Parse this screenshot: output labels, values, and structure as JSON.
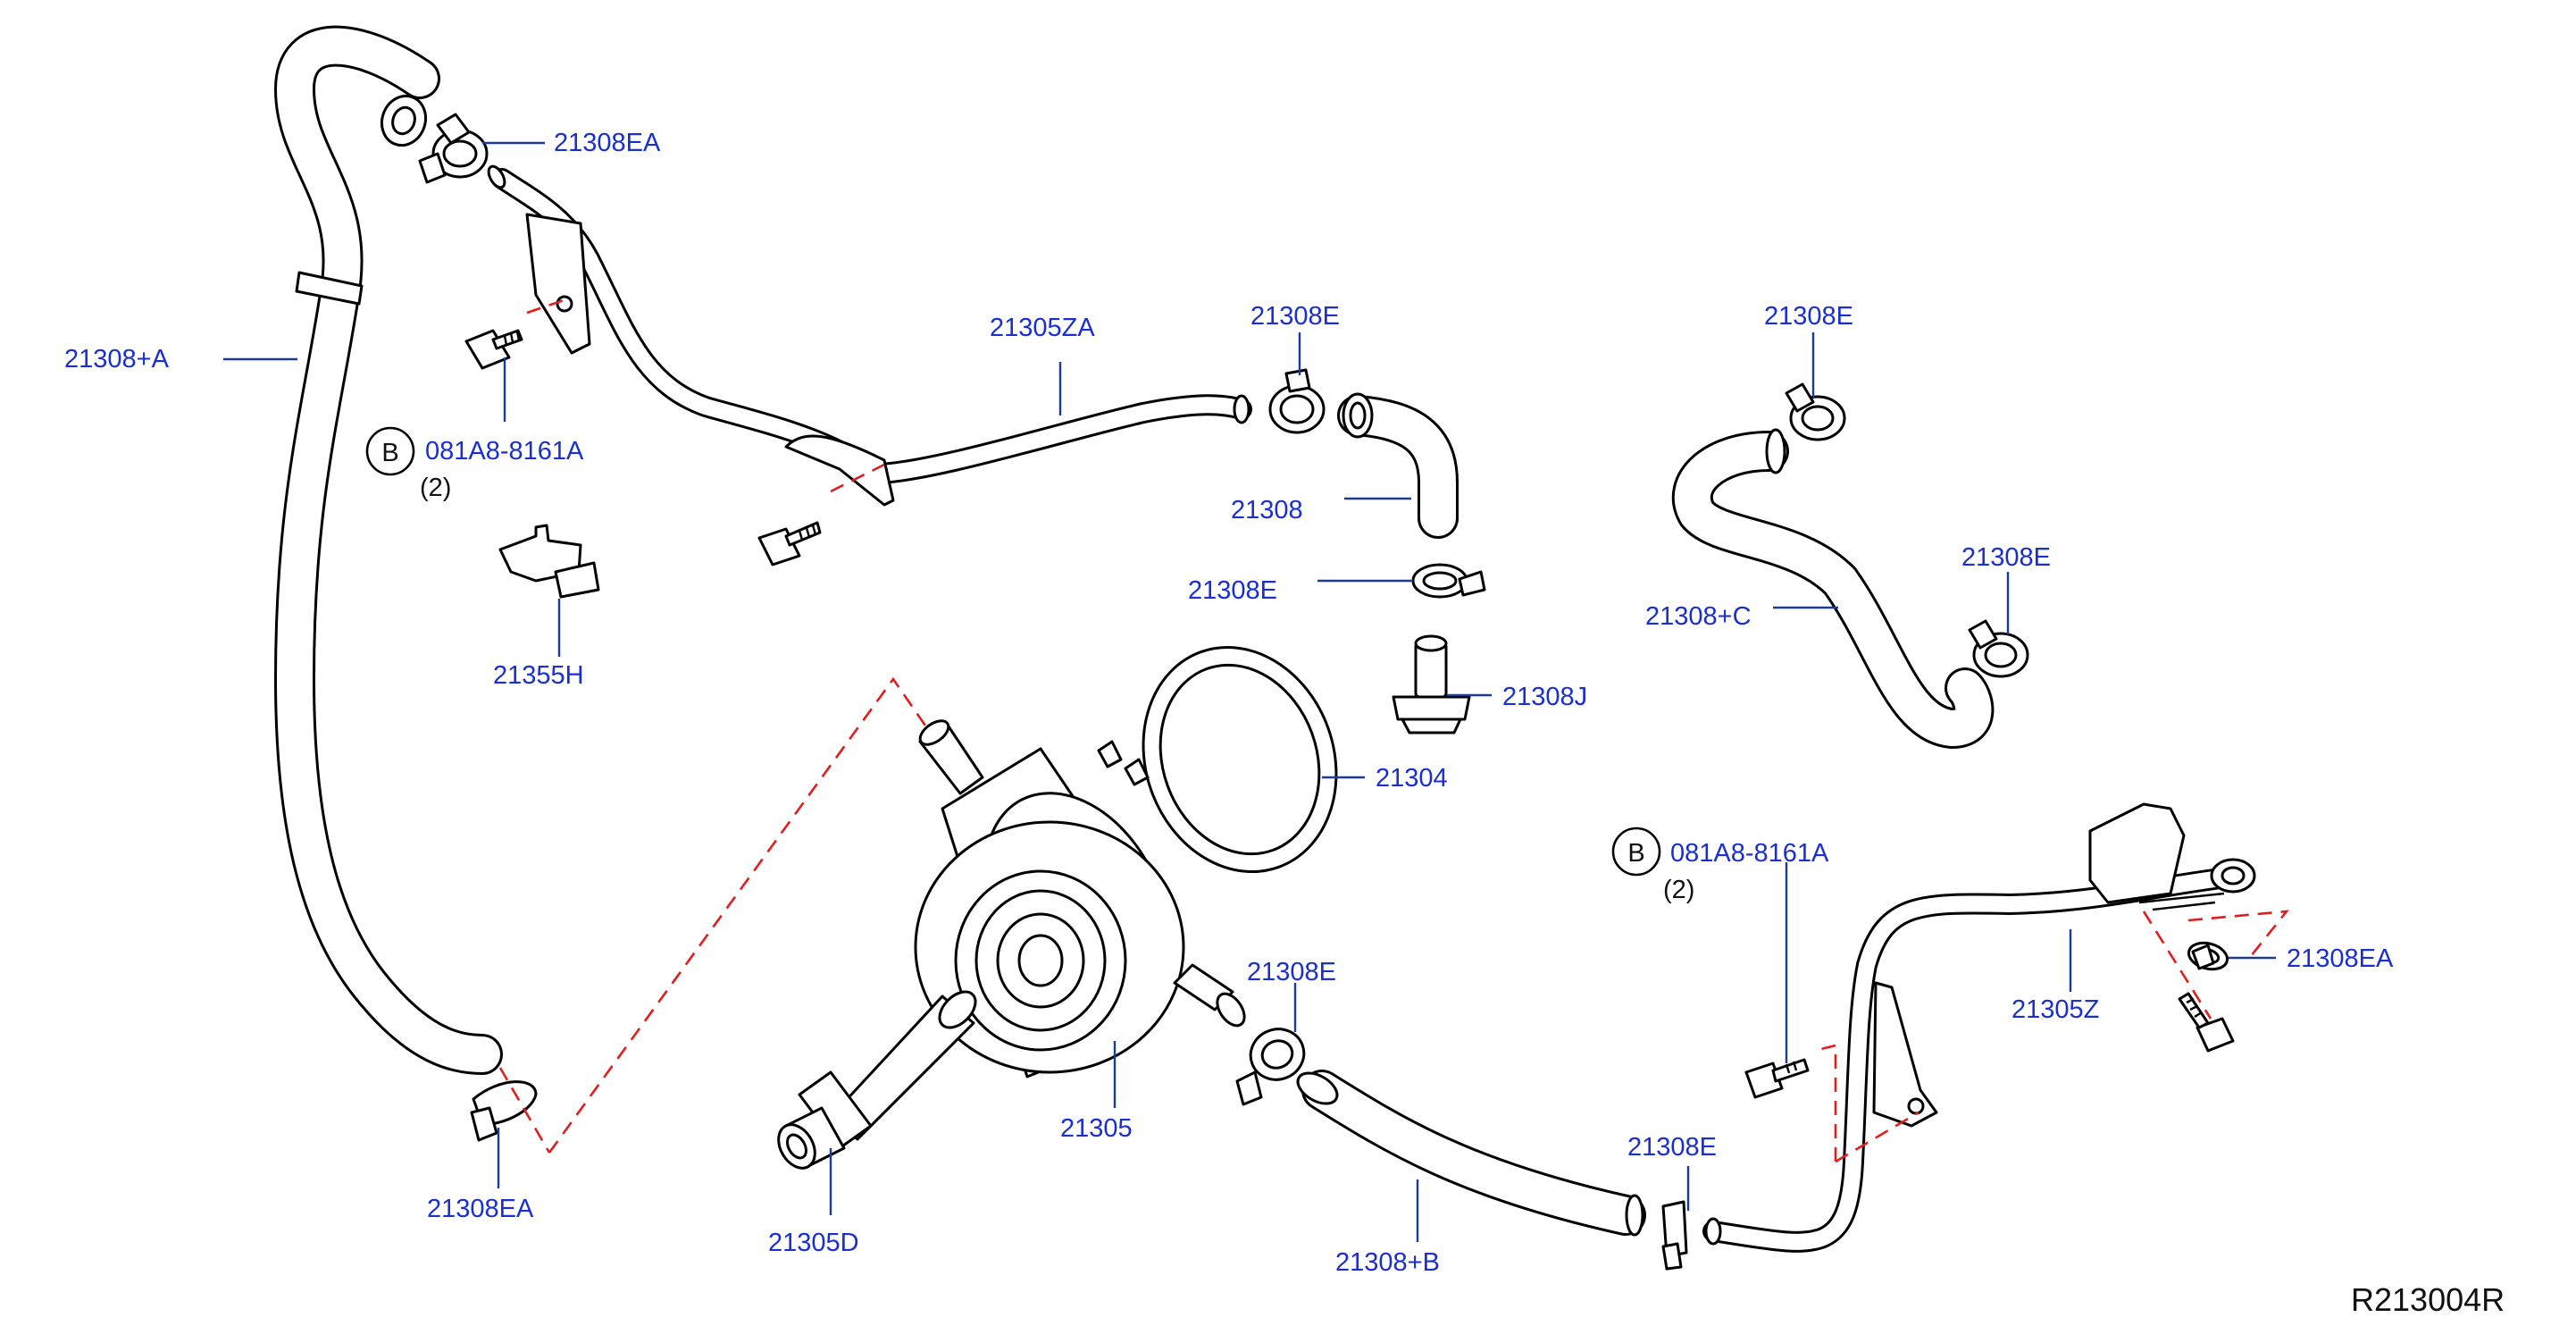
{
  "diagram_id": "R213004R",
  "labels": {
    "hose_a": "21308+A",
    "clamp_ea_top": "21308EA",
    "clamp_ea_bottom_left": "21308EA",
    "clamp_ea_right": "21308EA",
    "pipe_za": "21305ZA",
    "pipe_z": "21305Z",
    "bolt_b_left": "081A8-8161A",
    "bolt_b_left_qty": "(2)",
    "bolt_b_right": "081A8-8161A",
    "bolt_b_right_qty": "(2)",
    "b_symbol": "B",
    "clip": "21355H",
    "clamp_e_1": "21308E",
    "hose_21308": "21308",
    "clamp_e_2": "21308E",
    "connector_j": "21308J",
    "gasket": "21304",
    "clamp_e_c_top": "21308E",
    "hose_c": "21308+C",
    "clamp_e_c_bottom": "21308E",
    "cooler": "21305",
    "connector_d": "21305D",
    "clamp_e_3": "21308E",
    "hose_b": "21308+B",
    "clamp_e_4": "21308E"
  }
}
